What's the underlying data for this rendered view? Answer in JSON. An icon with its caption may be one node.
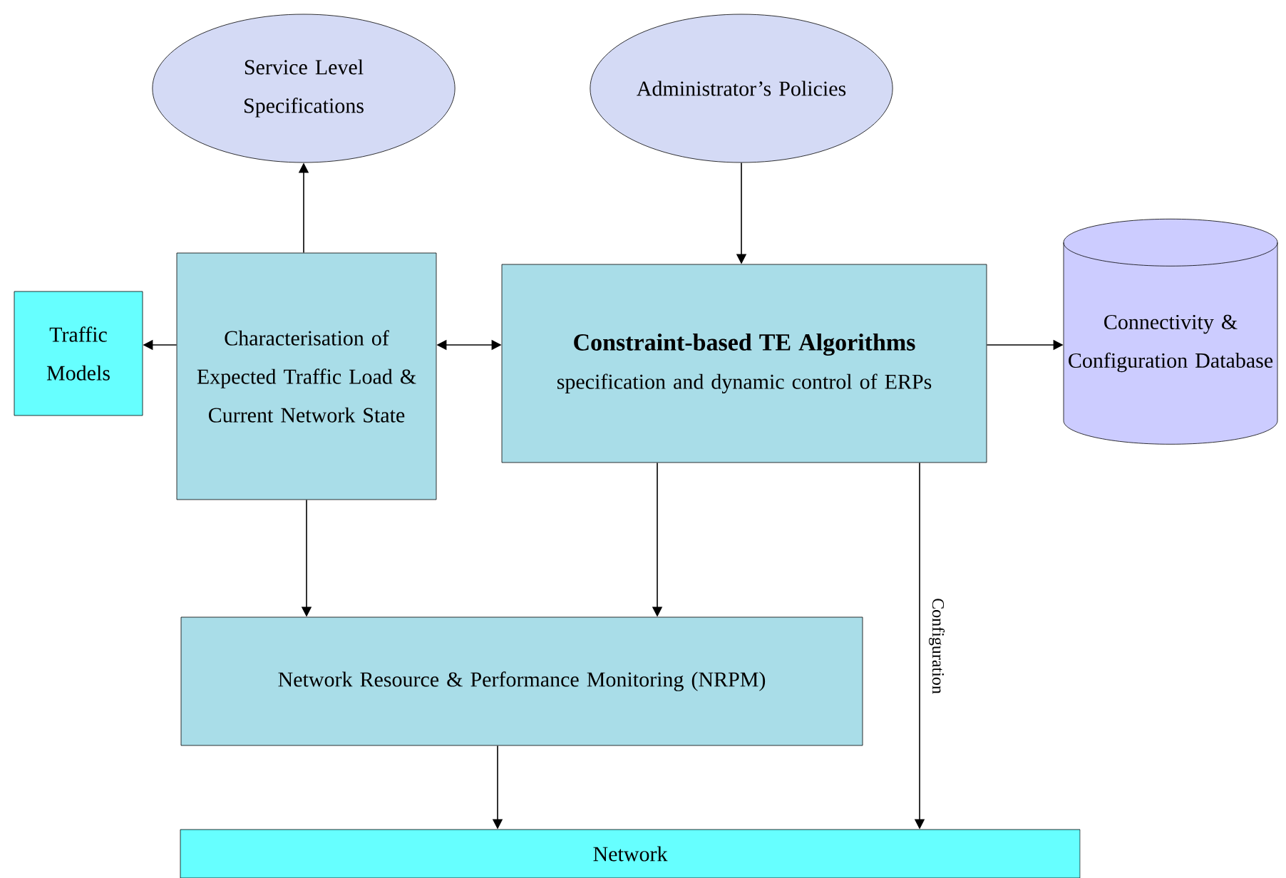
{
  "diagram": {
    "nodes": [
      {
        "text": [
          "Service Level Specifications"
        ]
      },
      {
        "text": [
          "Administrator’s Policies"
        ]
      },
      {
        "text": [
          "Traffic Models"
        ]
      },
      {
        "text": [
          "Characterisation of Expected Traffic Load & Current Network State"
        ]
      },
      {
        "text": [
          "Constraint-based TE Algorithms",
          "specification and dynamic control of ERPs"
        ]
      },
      {
        "text": [
          "Connectivity & Configuration Database"
        ]
      },
      {
        "text": [
          "Network Resource & Performance Monitoring (NRPM)"
        ]
      },
      {
        "text": [
          "Network"
        ]
      }
    ],
    "edges": [
      {
        "from": 3,
        "to": 0,
        "arrow": "to"
      },
      {
        "from": 1,
        "to": 4,
        "arrow": "to"
      },
      {
        "from": 3,
        "to": 2,
        "arrow": "to"
      },
      {
        "from": 3,
        "to": 4,
        "arrow": "both"
      },
      {
        "from": 4,
        "to": 5,
        "arrow": "to"
      },
      {
        "from": 3,
        "to": 6,
        "arrow": "to"
      },
      {
        "from": 4,
        "to": 6,
        "arrow": "to"
      },
      {
        "from": 4,
        "to": 7,
        "arrow": "to",
        "label": "Configuration"
      },
      {
        "from": 6,
        "to": 7,
        "arrow": "to"
      }
    ]
  }
}
